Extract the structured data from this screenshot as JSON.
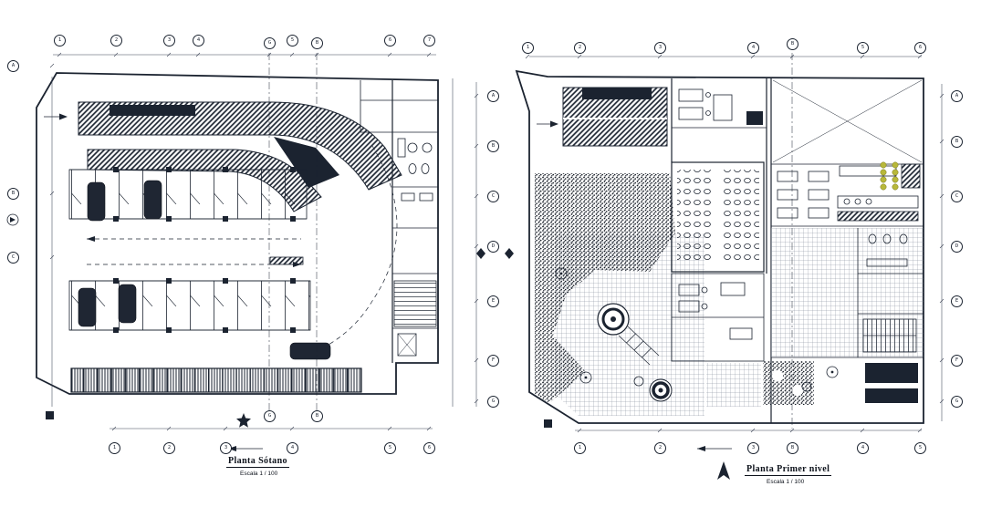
{
  "colors": {
    "background": "#ffffff",
    "line": "#1b2330",
    "accent_yellow": "#b8b83a"
  },
  "icons": {
    "north_arrow": "north-arrow",
    "compass_star": "compass-star",
    "section_marker": "section-diamond",
    "entry_arrow": "entry-arrow"
  },
  "plans": {
    "sotano": {
      "title": "Planta Sótano",
      "scale": "Escala 1 / 100",
      "bubbles_top": [
        "1",
        "2",
        "3",
        "4",
        "G",
        "5",
        "B",
        "6",
        "7"
      ],
      "bubbles_bottom": [
        "1",
        "2",
        "3",
        "4",
        "5",
        "6"
      ],
      "bubbles_section_bottom": [
        "G",
        "B"
      ],
      "bubbles_left": [
        "A",
        "B",
        "C"
      ],
      "bubbles_right": [
        "A",
        "B",
        "C",
        "D",
        "E",
        "F",
        "G"
      ]
    },
    "primer": {
      "title": "Planta Primer nivel",
      "scale": "Escala 1 / 100",
      "bubbles_top": [
        "1",
        "2",
        "3",
        "4",
        "B",
        "5",
        "6"
      ],
      "bubbles_bottom": [
        "1",
        "2",
        "3",
        "B",
        "4",
        "5"
      ],
      "bubbles_right": [
        "A",
        "B",
        "C",
        "D",
        "E",
        "F",
        "G"
      ]
    }
  }
}
